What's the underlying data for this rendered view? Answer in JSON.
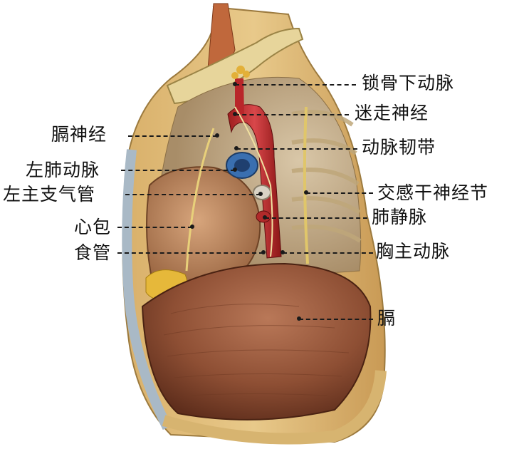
{
  "labels": {
    "subclavian_artery": "锁骨下动脉",
    "vagus_nerve": "迷走神经",
    "ligamentum_arteriosum": "动脉韧带",
    "sympathetic_ganglion": "交感干神经节",
    "pulmonary_vein": "肺静脉",
    "thoracic_aorta": "胸主动脉",
    "diaphragm": "膈",
    "phrenic_nerve": "膈神经",
    "left_pulmonary_artery": "左肺动脉",
    "left_main_bronchus": "左主支气管",
    "pericardium": "心包",
    "esophagus": "食管"
  }
}
